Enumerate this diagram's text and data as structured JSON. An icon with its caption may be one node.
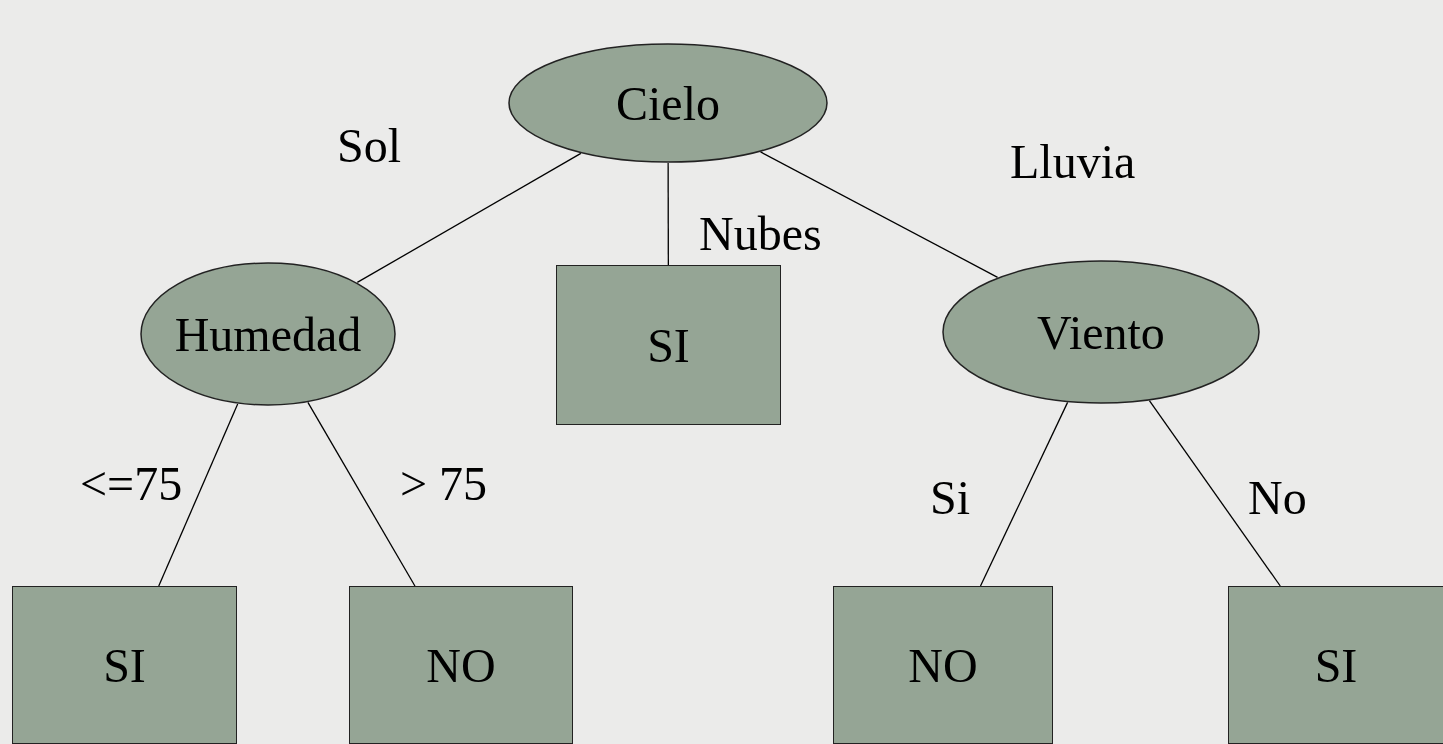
{
  "diagram": {
    "nodes": [
      {
        "text": [
          "Cielo"
        ]
      },
      {
        "text": [
          "Humedad"
        ]
      },
      {
        "text": [
          "SI"
        ]
      },
      {
        "text": [
          "Viento"
        ]
      },
      {
        "text": [
          "SI"
        ]
      },
      {
        "text": [
          "NO"
        ]
      },
      {
        "text": [
          "NO"
        ]
      },
      {
        "text": [
          "SI"
        ]
      }
    ],
    "edges": [
      {
        "from": 0,
        "to": 1,
        "arrow": "none",
        "label": "Sol"
      },
      {
        "from": 0,
        "to": 2,
        "arrow": "none",
        "label": "Nubes"
      },
      {
        "from": 0,
        "to": 3,
        "arrow": "none",
        "label": "Lluvia"
      },
      {
        "from": 1,
        "to": 4,
        "arrow": "none",
        "label": "<=75"
      },
      {
        "from": 1,
        "to": 5,
        "arrow": "none",
        "label": "> 75"
      },
      {
        "from": 3,
        "to": 6,
        "arrow": "none",
        "label": "Si"
      },
      {
        "from": 3,
        "to": 7,
        "arrow": "none",
        "label": "No"
      }
    ]
  }
}
